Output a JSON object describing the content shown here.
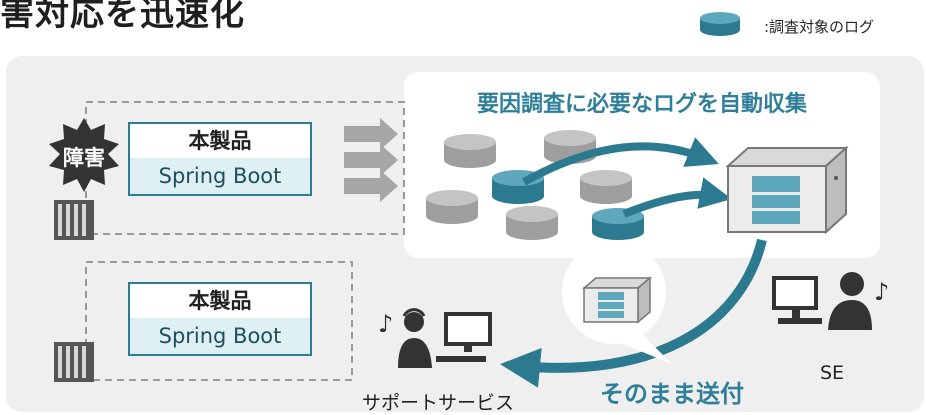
{
  "header": {
    "title": "害対応を迅速化"
  },
  "legend": {
    "label": ":調査対象のログ",
    "color": "#2b7a8f"
  },
  "collect": {
    "title": "要因調査に必要なログを自動収集"
  },
  "failure": {
    "label": "障害"
  },
  "server_top": {
    "product_label": "本製品",
    "framework_label": "Spring Boot"
  },
  "server_bottom": {
    "product_label": "本製品",
    "framework_label": "Spring Boot"
  },
  "support": {
    "label": "サポートサービス"
  },
  "se": {
    "label": "SE"
  },
  "send": {
    "label": "そのまま送付"
  },
  "colors": {
    "accent": "#2b7a8f",
    "log_gray": "#9e9e9e",
    "panel": "#efefef",
    "dark": "#333333"
  }
}
